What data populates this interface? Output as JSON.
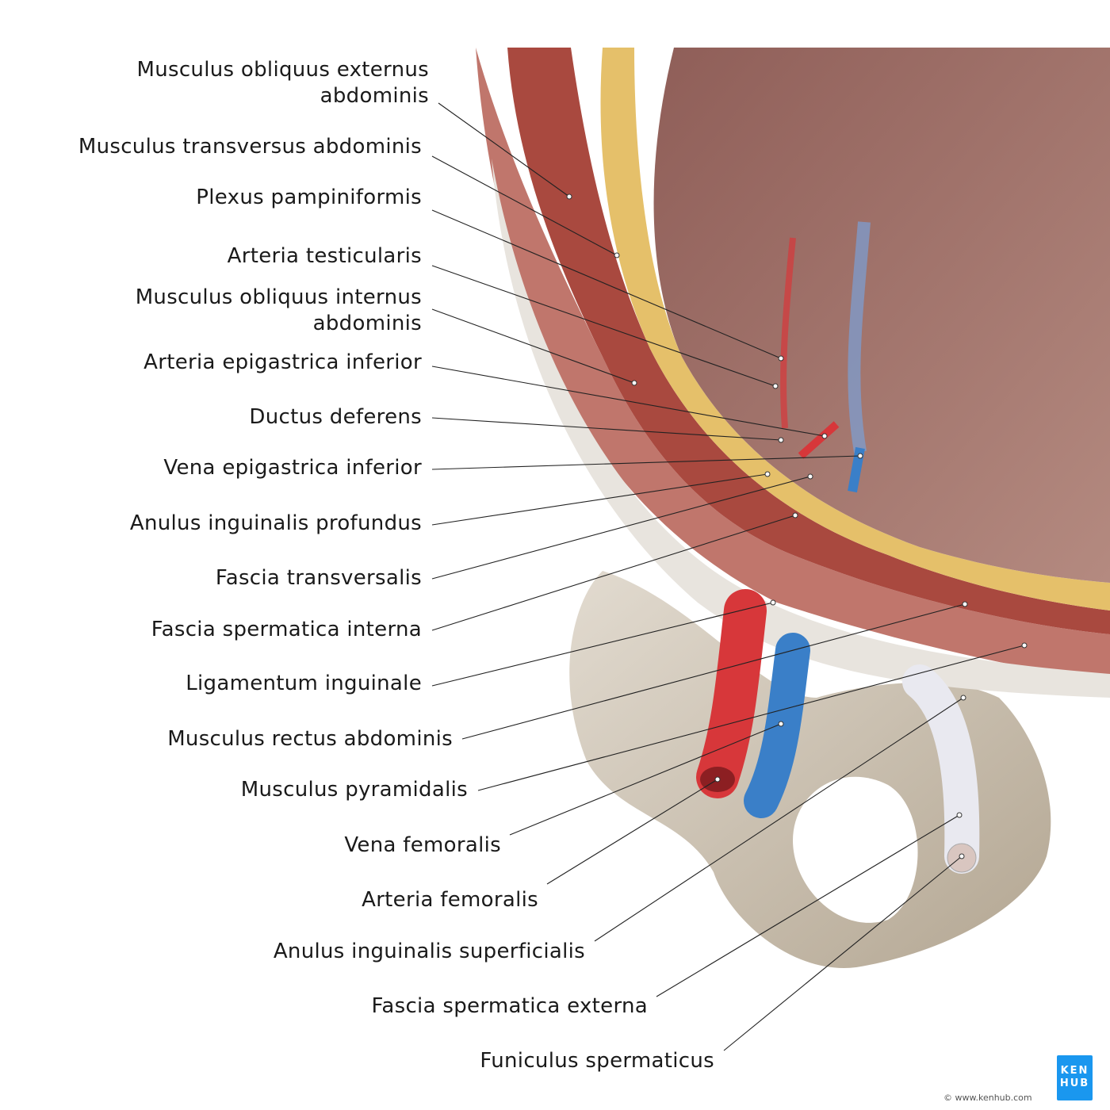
{
  "labels": [
    {
      "lines": [
        "Musculus obliquus externus",
        "abdominis"
      ]
    },
    {
      "lines": [
        "Musculus transversus abdominis"
      ]
    },
    {
      "lines": [
        "Plexus pampiniformis"
      ]
    },
    {
      "lines": [
        "Arteria testicularis"
      ]
    },
    {
      "lines": [
        "Musculus obliquus internus",
        "abdominis"
      ]
    },
    {
      "lines": [
        "Arteria epigastrica inferior"
      ]
    },
    {
      "lines": [
        "Ductus deferens"
      ]
    },
    {
      "lines": [
        "Vena epigastrica inferior"
      ]
    },
    {
      "lines": [
        "Anulus inguinalis profundus"
      ]
    },
    {
      "lines": [
        "Fascia transversalis"
      ]
    },
    {
      "lines": [
        "Fascia spermatica interna"
      ]
    },
    {
      "lines": [
        "Ligamentum inguinale"
      ]
    },
    {
      "lines": [
        "Musculus rectus abdominis"
      ]
    },
    {
      "lines": [
        "Musculus pyramidalis"
      ]
    },
    {
      "lines": [
        "Vena femoralis"
      ]
    },
    {
      "lines": [
        "Arteria femoralis"
      ]
    },
    {
      "lines": [
        "Anulus inguinalis superficialis"
      ]
    },
    {
      "lines": [
        "Fascia spermatica externa"
      ]
    },
    {
      "lines": [
        "Funiculus spermaticus"
      ]
    }
  ],
  "logo": {
    "line1": "KEN",
    "line2": "HUB"
  },
  "copyright": "© www.kenhub.com",
  "watermark": "© www.kenhub.com",
  "colors": {
    "artery": "#d7373a",
    "vein": "#3a7fc8",
    "muscle": "#b85a55",
    "fat": "#e5c06a",
    "bone": "#cbbfae",
    "brand": "#1a97ef"
  }
}
